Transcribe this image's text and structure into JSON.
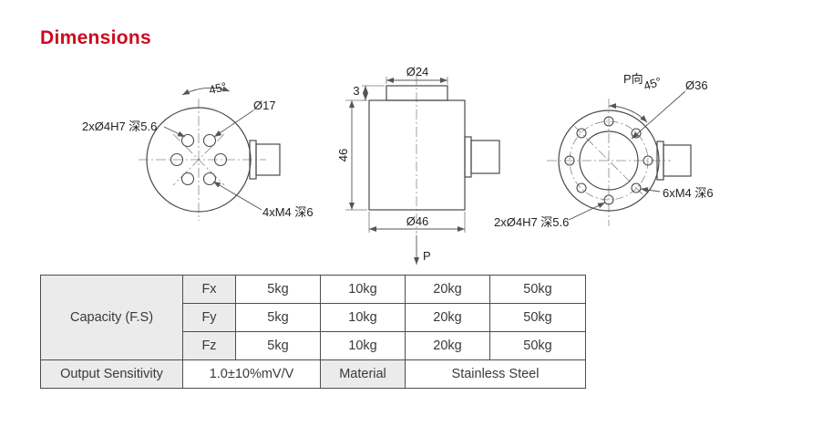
{
  "page": {
    "title": "Dimensions"
  },
  "colors": {
    "accent": "#cd0a1e",
    "table_header_bg": "#ebebeb",
    "drawing_line": "#4a4a4a"
  },
  "drawing": {
    "front": {
      "angle": "45°",
      "bolt_dia": "Ø17",
      "dowel_note": "2xØ4H7 深5.6",
      "tap_note": "4xM4 深6"
    },
    "side": {
      "top_dia": "Ø24",
      "step": "3",
      "height": "46",
      "base_dia": "Ø46",
      "p_label": "P"
    },
    "rear": {
      "view_label": "P向",
      "angle": "45°",
      "dia": "Ø36",
      "tap_note": "6xM4 深6",
      "dowel_note": "2xØ4H7 深5.6"
    }
  },
  "table": {
    "capacity_label": "Capacity (F.S)",
    "capacity_rows": [
      {
        "axis": "Fx",
        "values": [
          "5kg",
          "10kg",
          "20kg",
          "50kg"
        ]
      },
      {
        "axis": "Fy",
        "values": [
          "5kg",
          "10kg",
          "20kg",
          "50kg"
        ]
      },
      {
        "axis": "Fz",
        "values": [
          "5kg",
          "10kg",
          "20kg",
          "50kg"
        ]
      }
    ],
    "output_sensitivity_label": "Output Sensitivity",
    "output_sensitivity_value": "1.0±10%mV/V",
    "material_label": "Material",
    "material_value": "Stainless Steel"
  }
}
